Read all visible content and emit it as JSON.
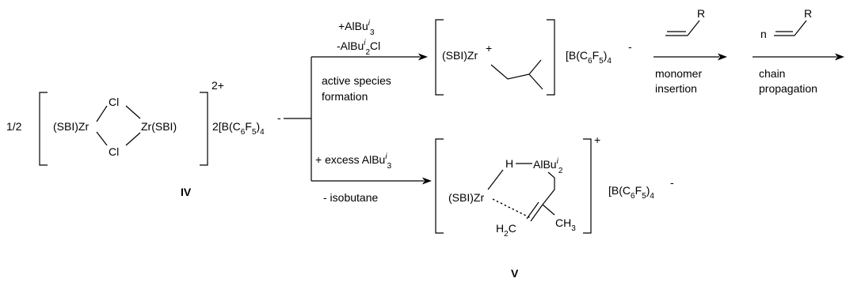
{
  "title": "",
  "compound_IV": {
    "coefficient": "1/2",
    "zr_left": "(SBI)Zr",
    "zr_right": "Zr(SBI)",
    "cl_top": "Cl",
    "cl_bottom": "Cl",
    "charge": "2+",
    "counterion_prefix": "2[B(C",
    "counterion_mid": "F",
    "counterion_end": ")",
    "sub_6": "6",
    "sub_5": "5",
    "sub_4": "4",
    "minus": "-",
    "label": "IV"
  },
  "top_arrow": {
    "reagent_1_prefix": "+AlBu",
    "reagent_1_sup": "i",
    "reagent_1_sub": "3",
    "reagent_2_prefix": "-AlBu",
    "reagent_2_sup": "i",
    "reagent_2_sub": "2",
    "reagent_2_suffix": "Cl",
    "condition_line1": "active species",
    "condition_line2": "formation"
  },
  "top_product": {
    "zr": "(SBI)Zr",
    "plus": "+",
    "counterion_prefix": "[B(C",
    "counterion_mid": "F",
    "counterion_end": ")",
    "sub_6": "6",
    "sub_5": "5",
    "sub_4": "4",
    "minus": "-"
  },
  "monomer_step": {
    "substituent": "R",
    "label_line1": "monomer",
    "label_line2": "insertion"
  },
  "propagation_step": {
    "count": "n",
    "substituent": "R",
    "label_line1": "chain",
    "label_line2": "propagation"
  },
  "bottom_arrow": {
    "reagent_prefix": "+ excess AlBu",
    "reagent_sup": "i",
    "reagent_sub": "3",
    "byproduct": "- isobutane"
  },
  "compound_V": {
    "h": "H",
    "al_prefix": "AlBu",
    "al_sup": "i",
    "al_sub": "2",
    "zr": "(SBI)Zr",
    "h2c_h": "H",
    "h2c_sub": "2",
    "h2c_c": "C",
    "ch3_c": "CH",
    "ch3_sub": "3",
    "charge": "+",
    "counterion_prefix": "[B(C",
    "counterion_mid": "F",
    "counterion_end": ")",
    "sub_6": "6",
    "sub_5": "5",
    "sub_4": "4",
    "minus": "-",
    "label": "V"
  }
}
